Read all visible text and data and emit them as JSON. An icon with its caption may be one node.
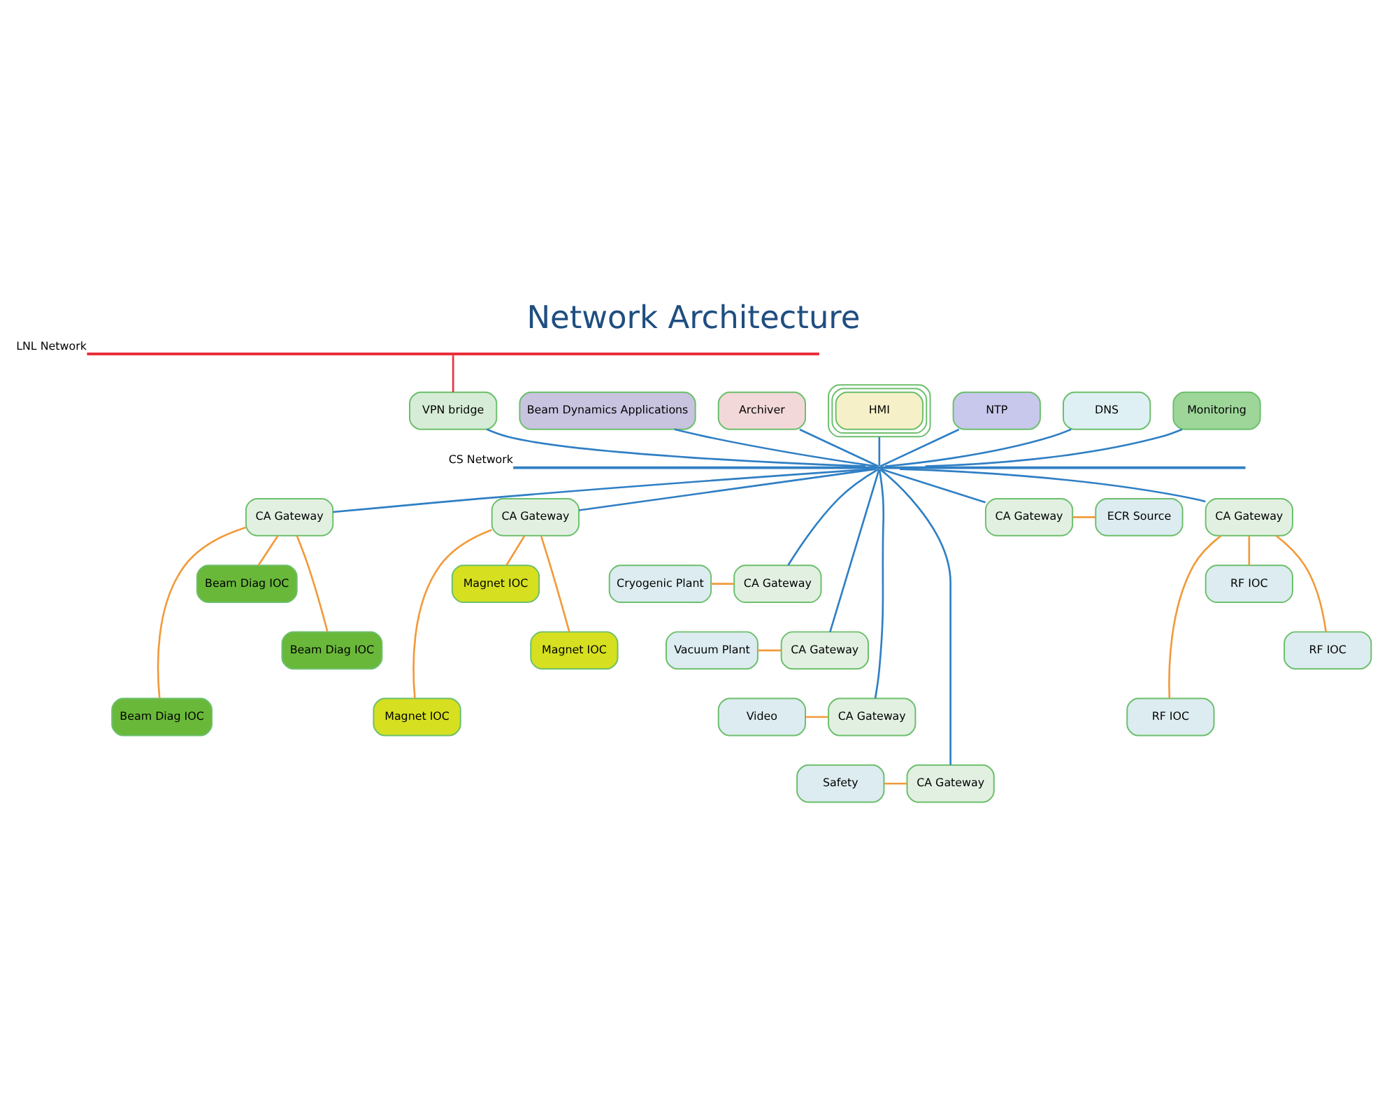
{
  "diagram": {
    "title": "Network Architecture",
    "nodes": [
      {
        "text": [],
        "shape": "bar",
        "beside": [
          "LNL Network"
        ]
      },
      {
        "text": [
          "VPN bridge"
        ]
      },
      {
        "text": [
          "Beam Dynamics Applications"
        ]
      },
      {
        "text": [
          "Archiver"
        ]
      },
      {
        "text": [
          "HMI"
        ]
      },
      {
        "text": [
          "NTP"
        ]
      },
      {
        "text": [
          "DNS"
        ]
      },
      {
        "text": [
          "Monitoring"
        ]
      },
      {
        "text": [],
        "shape": "bar",
        "beside": [
          "CS Network"
        ]
      },
      {
        "text": [
          "CA Gateway"
        ]
      },
      {
        "text": [
          "CA Gateway"
        ]
      },
      {
        "text": [
          "CA Gateway"
        ]
      },
      {
        "text": [
          "ECR Source"
        ]
      },
      {
        "text": [
          "CA Gateway"
        ]
      },
      {
        "text": [
          "RF IOC"
        ]
      },
      {
        "text": [
          "Beam Diag IOC"
        ]
      },
      {
        "text": [
          "Magnet IOC"
        ]
      },
      {
        "text": [
          "Cryogenic Plant"
        ]
      },
      {
        "text": [
          "CA Gateway"
        ]
      },
      {
        "text": [
          "RF IOC"
        ]
      },
      {
        "text": [
          "Beam Diag IOC"
        ]
      },
      {
        "text": [
          "Magnet IOC"
        ]
      },
      {
        "text": [
          "Vacuum Plant"
        ]
      },
      {
        "text": [
          "CA Gateway"
        ]
      },
      {
        "text": [
          "Video"
        ]
      },
      {
        "text": [
          "CA Gateway"
        ]
      },
      {
        "text": [
          "RF IOC"
        ]
      },
      {
        "text": [
          "Beam Diag IOC"
        ]
      },
      {
        "text": [
          "Magnet IOC"
        ]
      },
      {
        "text": [
          "Safety"
        ]
      },
      {
        "text": [
          "CA Gateway"
        ]
      }
    ],
    "edges": [
      {
        "from": 0,
        "to": 1,
        "arrow": "none",
        "color": "#e8303c"
      },
      {
        "from": 1,
        "to": 8,
        "arrow": "none"
      },
      {
        "from": 2,
        "to": 8,
        "arrow": "none"
      },
      {
        "from": 3,
        "to": 8,
        "arrow": "none"
      },
      {
        "from": 4,
        "to": 8,
        "arrow": "none"
      },
      {
        "from": 5,
        "to": 8,
        "arrow": "none"
      },
      {
        "from": 6,
        "to": 8,
        "arrow": "none"
      },
      {
        "from": 7,
        "to": 8,
        "arrow": "none"
      },
      {
        "from": 8,
        "to": 9,
        "arrow": "none"
      },
      {
        "from": 8,
        "to": 10,
        "arrow": "none"
      },
      {
        "from": 8,
        "to": 11,
        "arrow": "none"
      },
      {
        "from": 9,
        "to": 14,
        "arrow": "none",
        "color": "#f29a3a"
      },
      {
        "from": 9,
        "to": 19,
        "arrow": "none",
        "color": "#f29a3a"
      },
      {
        "from": 9,
        "to": 26,
        "arrow": "none",
        "color": "#f29a3a"
      },
      {
        "from": 10,
        "to": 15,
        "arrow": "none",
        "color": "#f29a3a"
      },
      {
        "from": 10,
        "to": 20,
        "arrow": "none",
        "color": "#f29a3a"
      },
      {
        "from": 10,
        "to": 27,
        "arrow": "none",
        "color": "#f29a3a"
      },
      {
        "from": 11,
        "to": 16,
        "arrow": "none",
        "color": "#f29a3a"
      },
      {
        "from": 11,
        "to": 21,
        "arrow": "none",
        "color": "#f29a3a"
      },
      {
        "from": 11,
        "to": 28,
        "arrow": "none",
        "color": "#f29a3a"
      },
      {
        "from": 8,
        "to": 13,
        "arrow": "none"
      },
      {
        "from": 8,
        "to": 18,
        "arrow": "none"
      },
      {
        "from": 8,
        "to": 23,
        "arrow": "none"
      },
      {
        "from": 8,
        "to": 25,
        "arrow": "none"
      },
      {
        "from": 8,
        "to": 30,
        "arrow": "none"
      },
      {
        "from": 12,
        "to": 13,
        "arrow": "none",
        "color": "#f29a3a"
      },
      {
        "from": 17,
        "to": 18,
        "arrow": "none",
        "color": "#f29a3a"
      },
      {
        "from": 22,
        "to": 23,
        "arrow": "none",
        "color": "#f29a3a"
      },
      {
        "from": 24,
        "to": 25,
        "arrow": "none",
        "color": "#f29a3a"
      },
      {
        "from": 29,
        "to": 30,
        "arrow": "none",
        "color": "#f29a3a"
      }
    ]
  }
}
